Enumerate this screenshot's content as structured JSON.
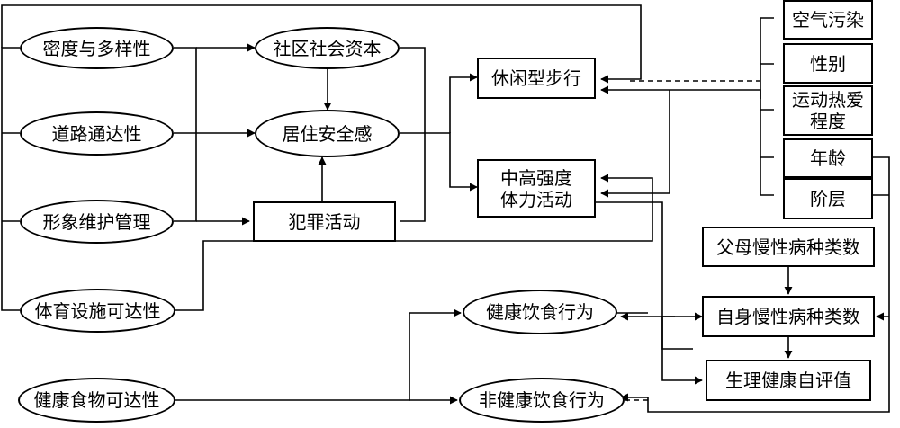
{
  "nodes": {
    "density_diversity": "密度与多样性",
    "road_connectivity": "道路通达性",
    "image_maintenance": "形象维护管理",
    "sports_facility_access": "体育设施可达性",
    "healthy_food_access": "健康食物可达性",
    "community_social_capital": "社区社会资本",
    "residential_safety": "居住安全感",
    "crime_activity": "犯罪活动",
    "leisure_walking": "休闲型步行",
    "mvpa": "中高强度\n体力活动",
    "healthy_diet": "健康饮食行为",
    "unhealthy_diet": "非健康饮食行为",
    "air_pollution": "空气污染",
    "gender": "性别",
    "sport_enthusiasm": "运动热爱\n程度",
    "age": "年龄",
    "class": "阶层",
    "parent_chronic": "父母慢性病种类数",
    "self_chronic": "自身慢性病种类数",
    "self_rated_health": "生理健康自评值"
  }
}
